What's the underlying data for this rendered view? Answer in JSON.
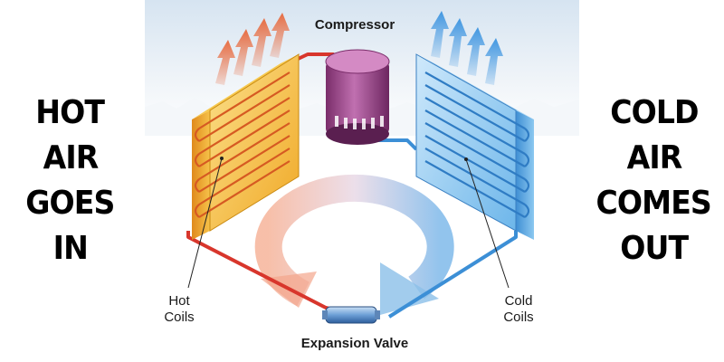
{
  "left_caption": {
    "lines": [
      "HOT",
      "AIR",
      "GOES",
      "IN"
    ]
  },
  "right_caption": {
    "lines": [
      "COLD",
      "AIR",
      "COMES",
      "OUT"
    ]
  },
  "diagram": {
    "compressor_label": "Compressor",
    "expansion_valve_label": "Expansion Valve",
    "hot_coils_label": [
      "Hot",
      "Coils"
    ],
    "cold_coils_label": [
      "Cold",
      "Coils"
    ],
    "colors": {
      "hot_coil": "#f2b630",
      "cold_coil": "#7ec3ee",
      "hot_pipe": "#d8362c",
      "cold_pipe": "#3c8fd6",
      "compressor": "#a8468f",
      "sky": "#dce8f3"
    }
  }
}
